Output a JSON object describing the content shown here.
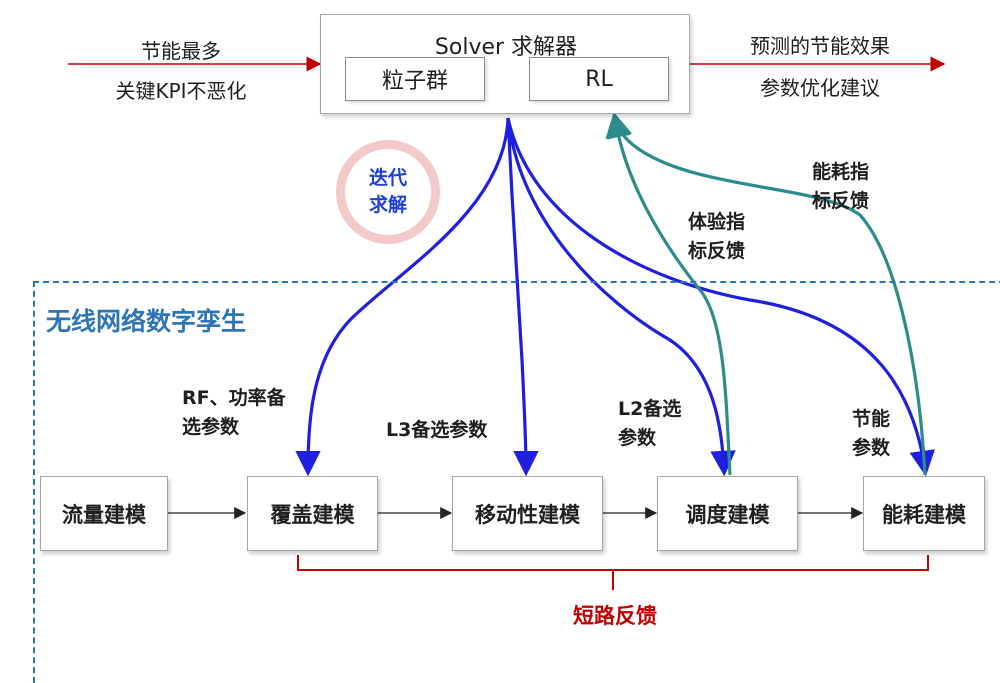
{
  "solver": {
    "title": "Solver 求解器",
    "algorithms": [
      "粒子群",
      "RL"
    ]
  },
  "inputs": {
    "line1": "节能最多",
    "line2": "关键KPI不恶化"
  },
  "outputs": {
    "line1": "预测的节能效果",
    "line2": "参数优化建议"
  },
  "iteration": {
    "line1": "迭代",
    "line2": "求解"
  },
  "twin": {
    "title": "无线网络数字孪生"
  },
  "models": [
    "流量建模",
    "覆盖建模",
    "移动性建模",
    "调度建模",
    "能耗建模"
  ],
  "param_labels": {
    "rf": {
      "line1": "RF、功率备",
      "line2": "选参数"
    },
    "l3": {
      "line1": "L3备选参数"
    },
    "l2": {
      "line1": "L2备选",
      "line2": "参数"
    },
    "energy": {
      "line1": "节能",
      "line2": "参数"
    }
  },
  "feedback_labels": {
    "experience": {
      "line1": "体验指",
      "line2": "标反馈"
    },
    "energy": {
      "line1": "能耗指",
      "line2": "标反馈"
    }
  },
  "short_feedback": "短路反馈",
  "colors": {
    "blue_arrow": "#1f1fe0",
    "teal_arrow": "#2e8b8b",
    "red_arrow": "#c00000",
    "twin_blue": "#2e75b6"
  }
}
